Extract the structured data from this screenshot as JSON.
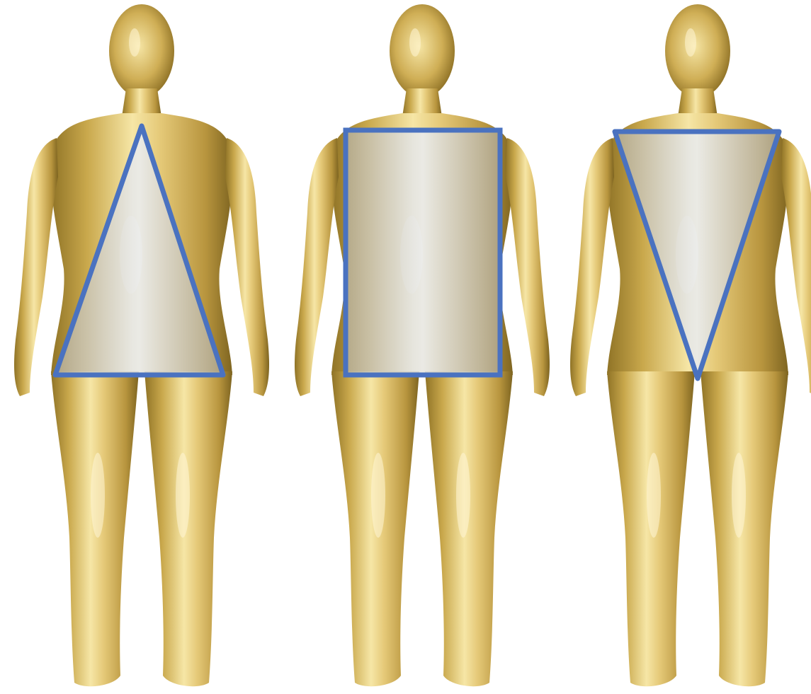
{
  "figures": [
    {
      "id": "figure-triangle",
      "shape": "triangle",
      "overlay": "triangle-outline"
    },
    {
      "id": "figure-rectangle",
      "shape": "rectangle",
      "overlay": "rectangle-outline"
    },
    {
      "id": "figure-inverted-triangle",
      "shape": "inverted-triangle",
      "overlay": "inverted-triangle-outline"
    }
  ],
  "colors": {
    "background": "#ffffff",
    "outline": "#4a72c0",
    "overlay_fill": "#cfd8e6",
    "body_light": "#f6e6a6",
    "body_mid": "#d7b75c",
    "body_dark": "#8f7326"
  }
}
